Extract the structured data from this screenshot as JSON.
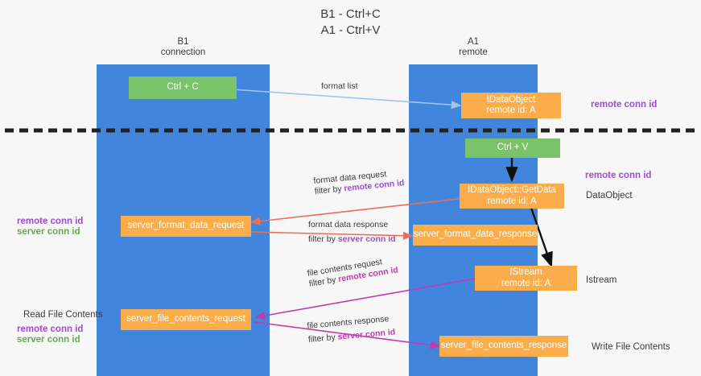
{
  "title": {
    "line1": "B1 - Ctrl+C",
    "line2": "A1 - Ctrl+V"
  },
  "columns": [
    {
      "id": "b1",
      "name": "B1",
      "role": "connection"
    },
    {
      "id": "a1",
      "name": "A1",
      "role": "remote"
    }
  ],
  "nodes": {
    "ctrl_c": {
      "label": "Ctrl + C",
      "sub": ""
    },
    "idataobject": {
      "label": "IDataObject",
      "sub": "remote id: A"
    },
    "ctrl_v": {
      "label": "Ctrl + V",
      "sub": ""
    },
    "getdata": {
      "label": "IDataObject::GetData",
      "sub": "remote id: A"
    },
    "fmt_req": {
      "label": "server_format_data_request",
      "sub": ""
    },
    "fmt_resp": {
      "label": "server_format_data_response",
      "sub": ""
    },
    "istream": {
      "label": "IStream",
      "sub": "remote id: A"
    },
    "file_req": {
      "label": "server_file_contents_request",
      "sub": ""
    },
    "file_resp": {
      "label": "server_file_contents_response",
      "sub": ""
    }
  },
  "edge_labels": {
    "format_list": {
      "line1": "format list",
      "line2": "",
      "emph2": ""
    },
    "format_data_req": {
      "line1": "format data request",
      "line2": "filter by ",
      "emph2": "remote conn id"
    },
    "format_data_resp": {
      "line1": "format data response",
      "line2": "filter by ",
      "emph2": "server conn id"
    },
    "file_contents_req": {
      "line1": "file contents request",
      "line2": "filter by ",
      "emph2": "remote conn id"
    },
    "file_contents_resp": {
      "line1": "file contents response",
      "line2": "filter by ",
      "emph2": "server conn id"
    }
  },
  "side_labels": {
    "right_remote_conn_top": "remote conn id",
    "right_remote_conn_mid": "remote conn id",
    "right_dataobject": "DataObject",
    "right_istream": "Istream",
    "right_write_file": "Write File Contents",
    "left_remote_conn_id": "remote conn id",
    "left_server_conn_id": "server conn id",
    "left_read_file": "Read File Contents",
    "left_remote_conn_id2": "remote conn id",
    "left_server_conn_id2": "server conn id"
  },
  "colors": {
    "lane": "#4285dc",
    "green_node": "#7ac36a",
    "orange_node": "#fbad4b",
    "purple_text": "#a14bd0",
    "green_text": "#6aa84f",
    "arrow_light_blue": "#9fc5e8",
    "arrow_red": "#e8705a",
    "arrow_magenta": "#c13bb0",
    "arrow_black": "#111111",
    "background": "#f7f7f7"
  }
}
